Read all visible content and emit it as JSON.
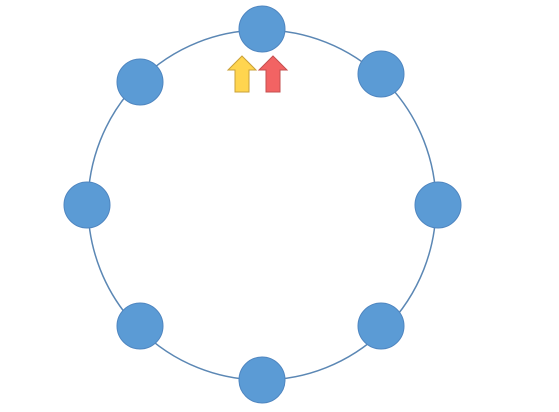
{
  "diagram": {
    "type": "ring",
    "node_count": 8,
    "colors": {
      "ring": "#5b87b4",
      "node_fill": "#5b9bd5",
      "node_stroke": "#4f86c0",
      "arrow_yellow": "#ffd54f",
      "arrow_yellow_stroke": "#c9a13a",
      "arrow_red": "#f26363",
      "arrow_red_stroke": "#c44f4f"
    },
    "arrows": [
      {
        "color": "yellow",
        "direction": "up"
      },
      {
        "color": "red",
        "direction": "up"
      }
    ]
  }
}
